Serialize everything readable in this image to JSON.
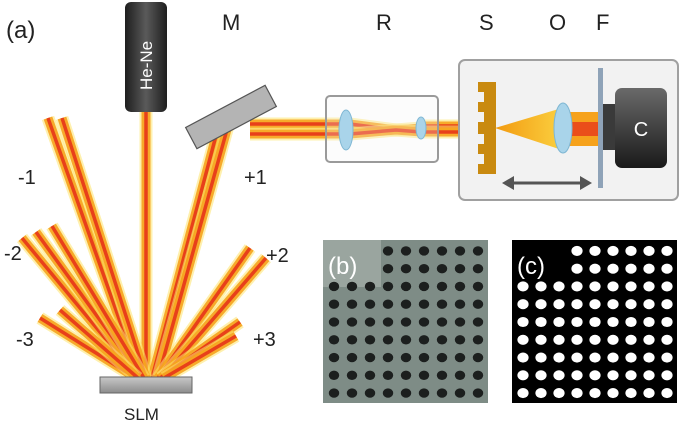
{
  "panels": {
    "a": "(a)",
    "b": "(b)",
    "c": "(c)"
  },
  "components": {
    "laser": "He-Ne",
    "mirror": "M",
    "relay": "R",
    "sample": "S",
    "objective": "O",
    "filter": "F",
    "camera": "C",
    "slm": "SLM"
  },
  "orders": {
    "m1": "-1",
    "m2": "-2",
    "m3": "-3",
    "p1": "+1",
    "p2": "+2",
    "p3": "+3"
  },
  "grid": {
    "rows": 9,
    "cols": 9,
    "missing_top_left": {
      "rows": 2,
      "cols": 3
    }
  },
  "colors": {
    "beam_core": "#e8401a",
    "beam_mid": "#f6a21c",
    "beam_edge": "#fde36b",
    "laser_body": "#404040",
    "optic_blue": "#a9d4ea",
    "sample": "#c98a10",
    "panel_b_bg": "#7e8c86",
    "panel_c_bg": "#000000"
  },
  "icons": {
    "double_arrow": "double-arrow-icon"
  }
}
